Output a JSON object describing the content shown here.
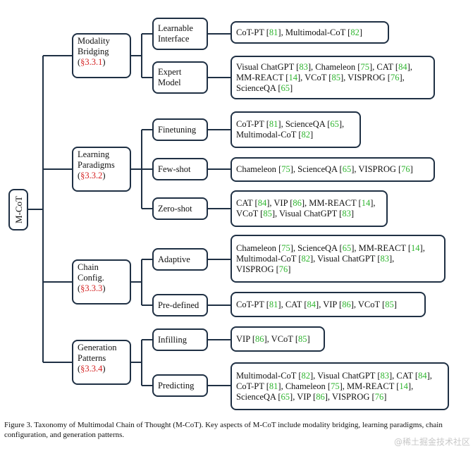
{
  "root": {
    "label": "M-CoT"
  },
  "categories": {
    "modality": {
      "lines": [
        "Modality",
        "Bridging"
      ],
      "section": "§3.3.1",
      "children": {
        "learnable": {
          "lines": [
            "Learnable",
            "Interface"
          ],
          "leaf": [
            [
              {
                "t": "CoT-PT "
              },
              {
                "r": "81"
              },
              {
                "t": ", Multimodal-CoT "
              },
              {
                "r": "82"
              }
            ]
          ]
        },
        "expert": {
          "lines": [
            "Expert",
            "Model"
          ],
          "leaf": [
            [
              {
                "t": "Visual ChatGPT "
              },
              {
                "r": "83"
              },
              {
                "t": ", Chameleon "
              },
              {
                "r": "75"
              },
              {
                "t": ", CAT "
              },
              {
                "r": "84"
              },
              {
                "t": ","
              }
            ],
            [
              {
                "t": "MM-REACT "
              },
              {
                "r": "14"
              },
              {
                "t": ", VCoT "
              },
              {
                "r": "85"
              },
              {
                "t": ", VISPROG "
              },
              {
                "r": "76"
              },
              {
                "t": ","
              }
            ],
            [
              {
                "t": "ScienceQA "
              },
              {
                "r": "65"
              }
            ]
          ]
        }
      }
    },
    "learning": {
      "lines": [
        "Learning",
        "Paradigms"
      ],
      "section": "§3.3.2",
      "children": {
        "finetuning": {
          "lines": [
            "Finetuning"
          ],
          "leaf": [
            [
              {
                "t": "CoT-PT "
              },
              {
                "r": "81"
              },
              {
                "t": ", ScienceQA "
              },
              {
                "r": "65"
              },
              {
                "t": ","
              }
            ],
            [
              {
                "t": "Multimodal-CoT "
              },
              {
                "r": "82"
              }
            ]
          ]
        },
        "fewshot": {
          "lines": [
            "Few-shot"
          ],
          "leaf": [
            [
              {
                "t": "Chameleon "
              },
              {
                "r": "75"
              },
              {
                "t": ", ScienceQA "
              },
              {
                "r": "65"
              },
              {
                "t": ", VISPROG "
              },
              {
                "r": "76"
              }
            ]
          ]
        },
        "zeroshot": {
          "lines": [
            "Zero-shot"
          ],
          "leaf": [
            [
              {
                "t": "CAT "
              },
              {
                "r": "84"
              },
              {
                "t": ", VIP "
              },
              {
                "r": "86"
              },
              {
                "t": ", MM-REACT "
              },
              {
                "r": "14"
              },
              {
                "t": ","
              }
            ],
            [
              {
                "t": "VCoT "
              },
              {
                "r": "85"
              },
              {
                "t": ", Visual ChatGPT "
              },
              {
                "r": "83"
              }
            ]
          ]
        }
      }
    },
    "chain": {
      "lines": [
        "Chain",
        "Config."
      ],
      "section": "§3.3.3",
      "children": {
        "adaptive": {
          "lines": [
            "Adaptive"
          ],
          "leaf": [
            [
              {
                "t": "Chameleon "
              },
              {
                "r": "75"
              },
              {
                "t": ", ScienceQA "
              },
              {
                "r": "65"
              },
              {
                "t": ", MM-REACT "
              },
              {
                "r": "14"
              },
              {
                "t": ","
              }
            ],
            [
              {
                "t": "Multimodal-CoT "
              },
              {
                "r": "82"
              },
              {
                "t": ", Visual ChatGPT "
              },
              {
                "r": "83"
              },
              {
                "t": ","
              }
            ],
            [
              {
                "t": "VISPROG "
              },
              {
                "r": "76"
              }
            ]
          ]
        },
        "predefined": {
          "lines": [
            "Pre-defined"
          ],
          "leaf": [
            [
              {
                "t": "CoT-PT "
              },
              {
                "r": "81"
              },
              {
                "t": ", CAT "
              },
              {
                "r": "84"
              },
              {
                "t": ", VIP "
              },
              {
                "r": "86"
              },
              {
                "t": ", VCoT "
              },
              {
                "r": "85"
              }
            ]
          ]
        }
      }
    },
    "generation": {
      "lines": [
        "Generation",
        "Patterns"
      ],
      "section": "§3.3.4",
      "children": {
        "infilling": {
          "lines": [
            "Infilling"
          ],
          "leaf": [
            [
              {
                "t": "VIP "
              },
              {
                "r": "86"
              },
              {
                "t": ", VCoT "
              },
              {
                "r": "85"
              }
            ]
          ]
        },
        "predicting": {
          "lines": [
            "Predicting"
          ],
          "leaf": [
            [
              {
                "t": "Multimodal-CoT "
              },
              {
                "r": "82"
              },
              {
                "t": ", Visual ChatGPT "
              },
              {
                "r": "83"
              },
              {
                "t": ", CAT "
              },
              {
                "r": "84"
              },
              {
                "t": ","
              }
            ],
            [
              {
                "t": "CoT-PT "
              },
              {
                "r": "81"
              },
              {
                "t": ", Chameleon "
              },
              {
                "r": "75"
              },
              {
                "t": ", MM-REACT "
              },
              {
                "r": "14"
              },
              {
                "t": ","
              }
            ],
            [
              {
                "t": "ScienceQA "
              },
              {
                "r": "65"
              },
              {
                "t": ", VIP "
              },
              {
                "r": "86"
              },
              {
                "t": ",  VISPROG "
              },
              {
                "r": "76"
              }
            ]
          ]
        }
      }
    }
  },
  "caption": "Figure 3. Taxonomy of Multimodal Chain of Thought (M-CoT). Key aspects of M-CoT include modality bridging, learning paradigms, chain configuration, and generation patterns.",
  "watermark": "@稀土掘金技术社区",
  "colors": {
    "border": "#1f3044",
    "section": "#d42020",
    "reference": "#2fb52f"
  }
}
